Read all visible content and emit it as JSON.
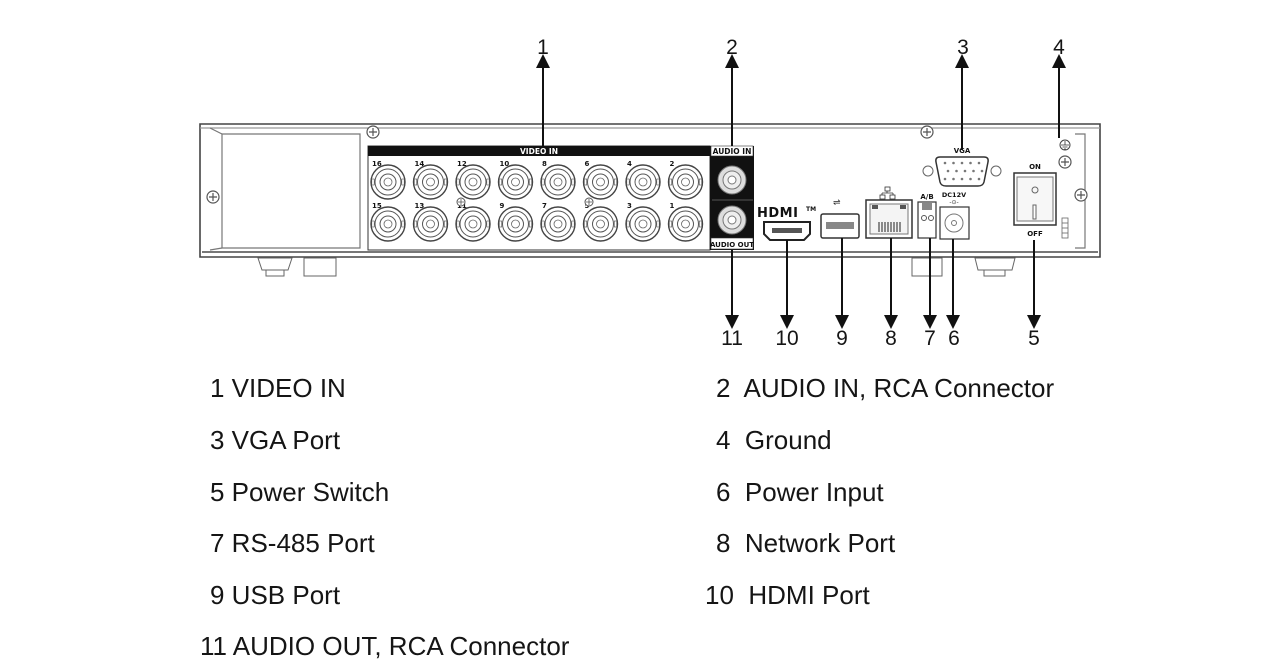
{
  "panel": {
    "video_in_label": "VIDEO IN",
    "audio_in_label": "AUDIO IN",
    "audio_out_label": "AUDIO OUT",
    "vga_label": "VGA",
    "hdmi_label": "HDMI",
    "hdmi_tm": "TM",
    "rs485_label": "A/B",
    "dc_label": "DC12V",
    "switch_on_label": "ON",
    "switch_off_label": "OFF",
    "bnc_top_row": [
      "16",
      "14",
      "12",
      "10",
      "8",
      "6",
      "4",
      "2"
    ],
    "bnc_bottom_row": [
      "15",
      "13",
      "11",
      "9",
      "7",
      "5",
      "3",
      "1"
    ]
  },
  "callouts": {
    "top": [
      "1",
      "2",
      "3",
      "4"
    ],
    "bottom": [
      "11",
      "10",
      "9",
      "8",
      "7",
      "6",
      "5"
    ]
  },
  "legend": {
    "left": [
      "1 VIDEO IN",
      "3 VGA Port",
      "5 Power Switch",
      "7 RS-485 Port",
      "9 USB Port",
      "11 AUDIO OUT, RCA Connector"
    ],
    "right": [
      "2  AUDIO IN, RCA Connector",
      "4  Ground",
      "6  Power Input",
      "8  Network Port",
      "10  HDMI Port"
    ]
  }
}
